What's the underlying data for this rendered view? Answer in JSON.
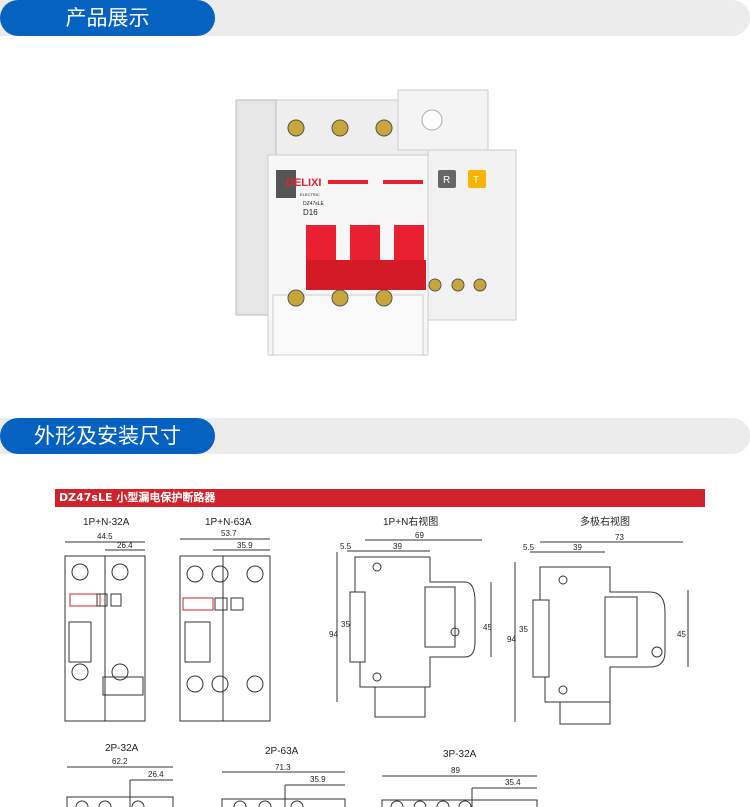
{
  "sections": {
    "product_display": "产品展示",
    "dimensions": "外形及安装尺寸"
  },
  "product": {
    "brand": "DELIXI",
    "brand_sub": "ELECTRIC",
    "model": "DZ47sLE",
    "rating": "D16",
    "reset_button": "R",
    "test_button": "T"
  },
  "drawing": {
    "banner": "DZ47sLE 小型漏电保护断路器",
    "views": [
      {
        "title": "1P+N-32A",
        "width": "44.5",
        "sub": "26.4"
      },
      {
        "title": "1P+N-63A",
        "width": "53.7",
        "sub": "35.9"
      },
      {
        "title": "1P+N右视图",
        "depth": "69",
        "d2": "39",
        "d3": "5.5",
        "height": "94",
        "rail": "35",
        "h2": "45"
      },
      {
        "title": "多极右视图",
        "depth": "73",
        "d2": "39",
        "d3": "5.5",
        "height": "94",
        "rail": "35",
        "h2": "45"
      },
      {
        "title": "2P-32A",
        "width": "62.2",
        "sub": "26.4"
      },
      {
        "title": "2P-63A",
        "width": "71.3",
        "sub": "35.9"
      },
      {
        "title": "3P-32A",
        "width": "89",
        "sub": "35.4"
      }
    ]
  },
  "colors": {
    "accent_blue": "#0562c0",
    "banner_red": "#d2222b",
    "handle_red": "#e8202f",
    "test_yellow": "#f7b500"
  }
}
